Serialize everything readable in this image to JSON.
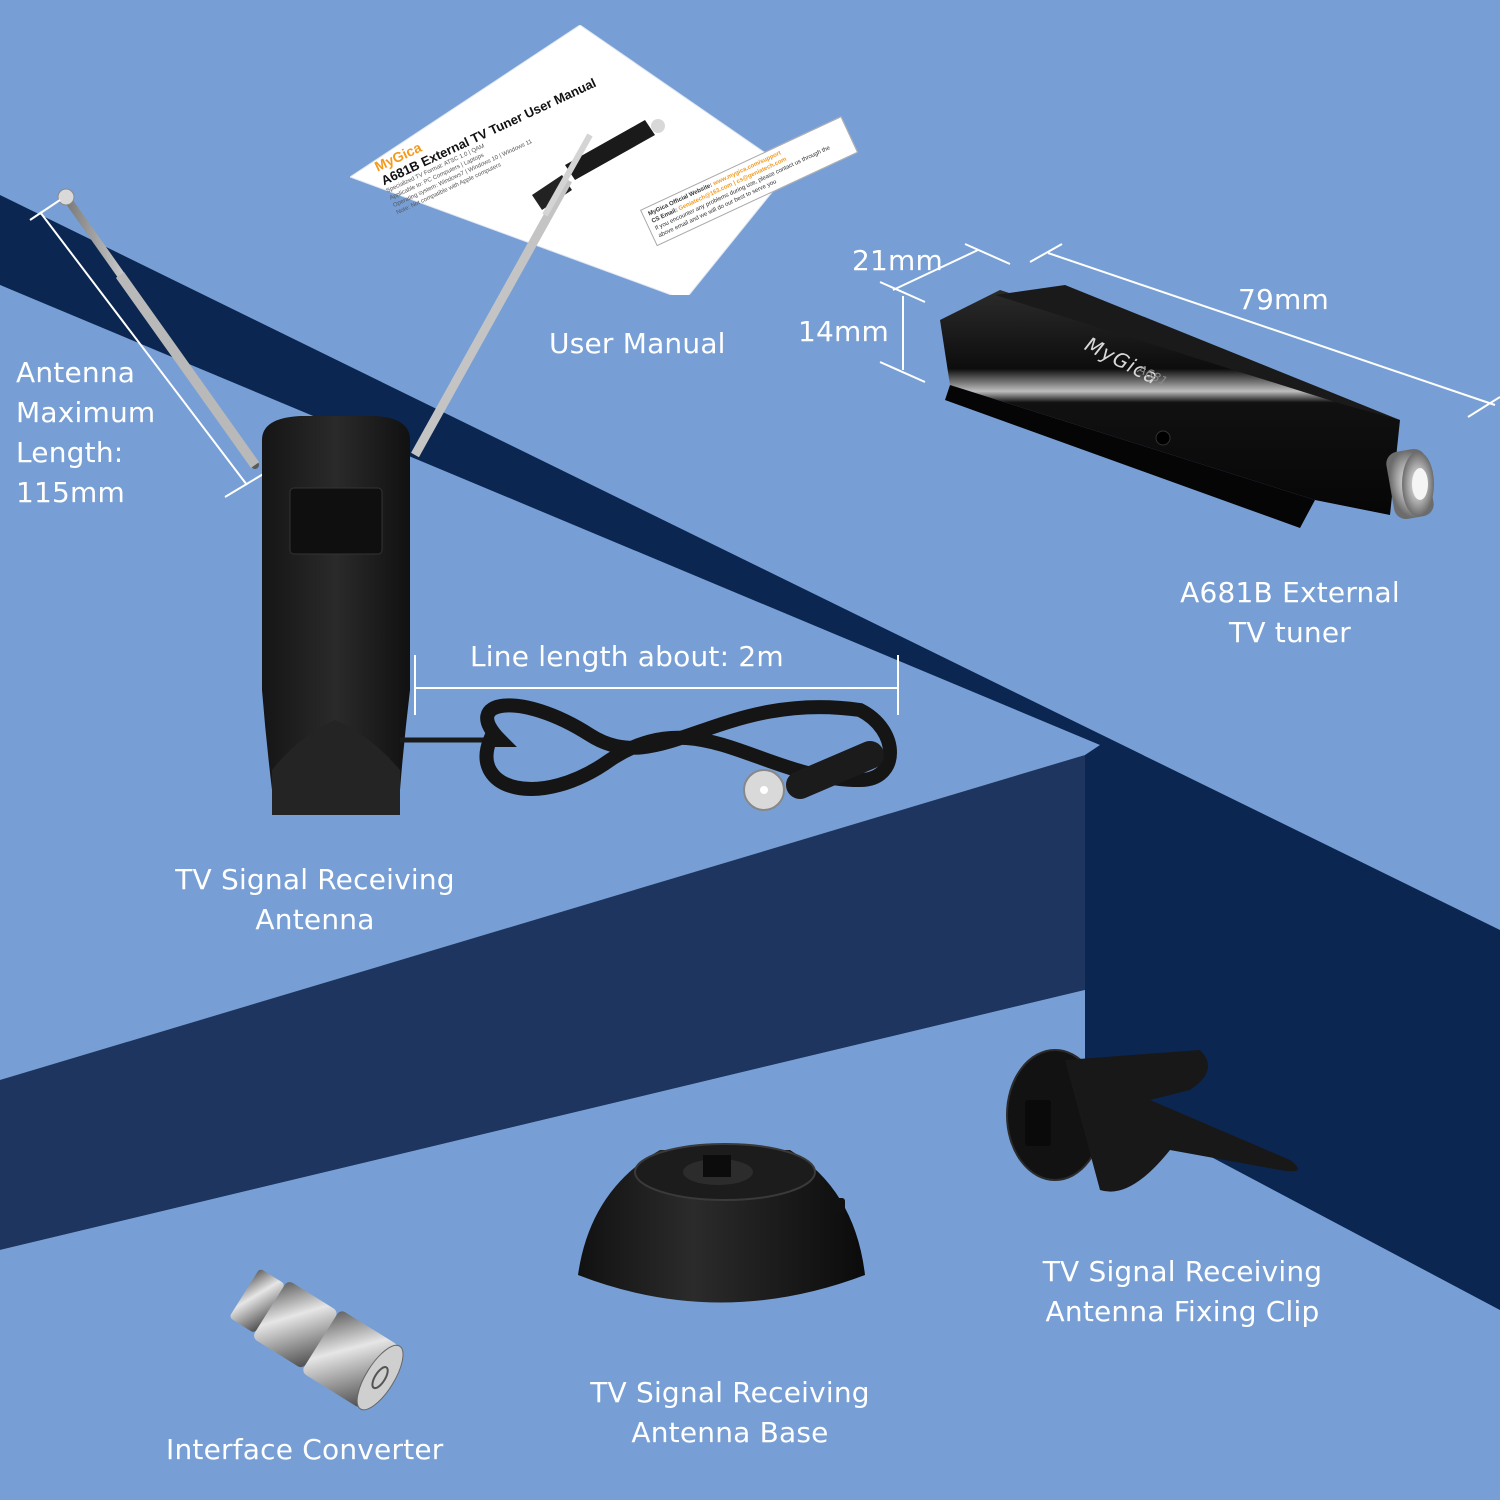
{
  "colors": {
    "background_light": "#779fd5",
    "band_dark": "#0b2650",
    "band_mid": "#1e365f",
    "text": "#ffffff",
    "brand_orange": "#f39a1f"
  },
  "antenna": {
    "length_label_line1": "Antenna",
    "length_label_line2": "Maximum",
    "length_label_line3": "Length:",
    "length_label_line4": "115mm",
    "caption_line1": "TV Signal Receiving",
    "caption_line2": "Antenna",
    "cable_label": "Line length about: 2m"
  },
  "manual": {
    "caption": "User Manual",
    "brand": "MyGica",
    "title": "A681B External TV Tuner User Manual",
    "lines": [
      "Specialized TV Format: ATSC 1.0 | QAM",
      "Applicable to: PC Computers | Laptops",
      "Operating system: Windows7 | Windows 10 | Windows 11",
      "Note: Not compatible with Apple computers"
    ],
    "website_label": "MyGica Official Website:",
    "website": "www.mygica.com/support",
    "email_label": "CS Email:",
    "email": "Geniatech@163.com | cs@geniatech.com",
    "footer": "If you encounter any problems during use, please contact us through the above email and we will do our best to serve you"
  },
  "tuner": {
    "brand": "MyGica",
    "model": "A681",
    "dim_width": "21mm",
    "dim_height": "14mm",
    "dim_length": "79mm",
    "caption_line1": "A681B External",
    "caption_line2": "TV tuner"
  },
  "accessories": {
    "converter_caption": "Interface Converter",
    "base_caption_line1": "TV Signal Receiving",
    "base_caption_line2": "Antenna Base",
    "clip_caption_line1": "TV Signal Receiving",
    "clip_caption_line2": "Antenna Fixing Clip"
  }
}
